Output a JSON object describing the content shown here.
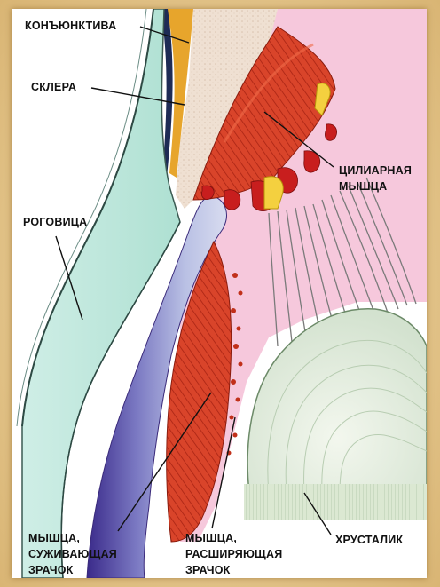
{
  "labels": {
    "conjunctiva": "КОНЪЮНКТИВА",
    "sclera": "СКЛЕРА",
    "ciliary_muscle": "ЦИЛИАРНАЯ\nМЫШЦА",
    "cornea": "РОГОВИЦА",
    "sphincter_pupillae": "МЫШЦА,\nСУЖИВАЮЩАЯ\nЗРАЧОК",
    "dilator_pupillae": "МЫШЦА,\nРАСШИРЯЮЩАЯ\nЗРАЧОК",
    "lens": "ХРУСТАЛИК"
  }
}
